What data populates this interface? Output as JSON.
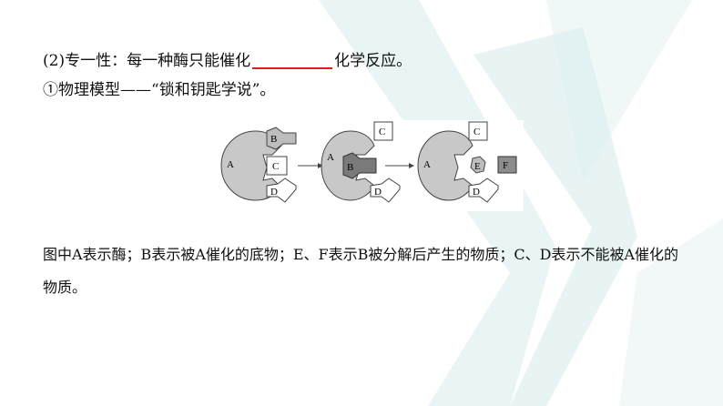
{
  "text": {
    "line1_prefix": "(2)专一性：每一种酶只能催化",
    "line1_blank": "",
    "line1_suffix": "化学反应。",
    "line2": "①物理模型——“锁和钥匙学说”。",
    "description": "图中A表示酶；B表示被A催化的底物；E、F表示B被分解后产生的物质；C、D表示不能被A催化的物质。"
  },
  "figure": {
    "labels": {
      "A1": "A",
      "B1": "B",
      "C1": "C",
      "D1": "D",
      "A2": "A",
      "B2": "B",
      "C2": "C",
      "D2": "D",
      "A3": "A",
      "C3": "C",
      "D3": "D",
      "E": "E",
      "F": "F"
    }
  },
  "colors": {
    "enzyme_fill": "#c8c8c8",
    "substrate_fill": "#bdbdbd",
    "bound_fill": "#7a7a7a",
    "product_f_fill": "#8c8c8c",
    "deco_teal": "#cfe7e6",
    "answer_ink": "#d81e1e"
  }
}
